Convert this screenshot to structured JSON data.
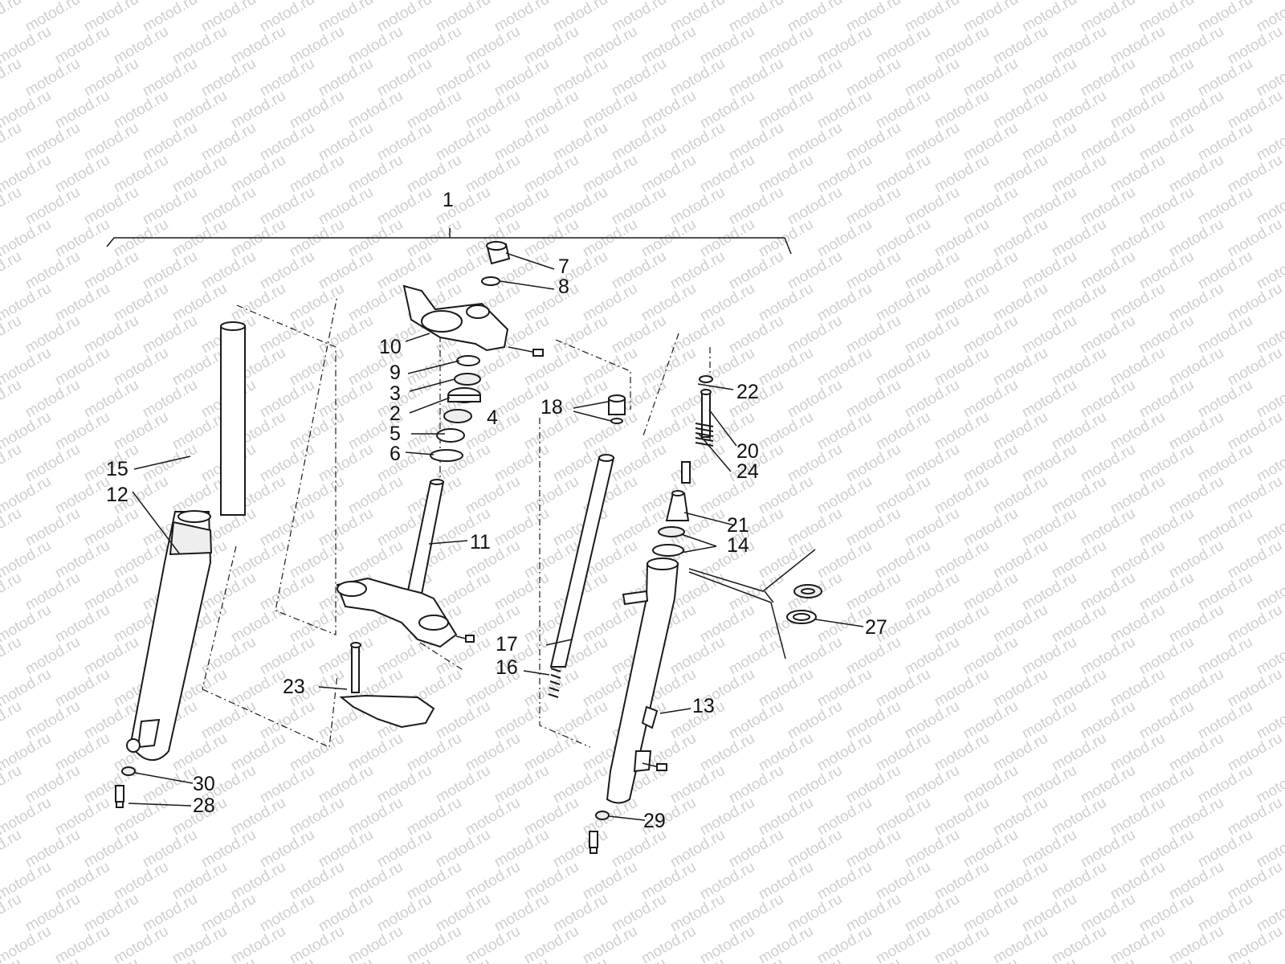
{
  "watermark": {
    "text": "motod.ru",
    "color": "#cfcfcf"
  },
  "callouts": {
    "c1": "1",
    "c2": "2",
    "c3": "3",
    "c4": "4",
    "c5": "5",
    "c6": "6",
    "c7": "7",
    "c8": "8",
    "c9": "9",
    "c10": "10",
    "c11": "11",
    "c12": "12",
    "c13": "13",
    "c14": "14",
    "c15": "15",
    "c16": "16",
    "c17": "17",
    "c18": "18",
    "c20": "20",
    "c21": "21",
    "c22": "22",
    "c23": "23",
    "c24": "24",
    "c27": "27",
    "c28": "28",
    "c29": "29",
    "c30": "30"
  },
  "colors": {
    "line": "#1a1a1a",
    "text": "#111111",
    "background": "#ffffff"
  }
}
